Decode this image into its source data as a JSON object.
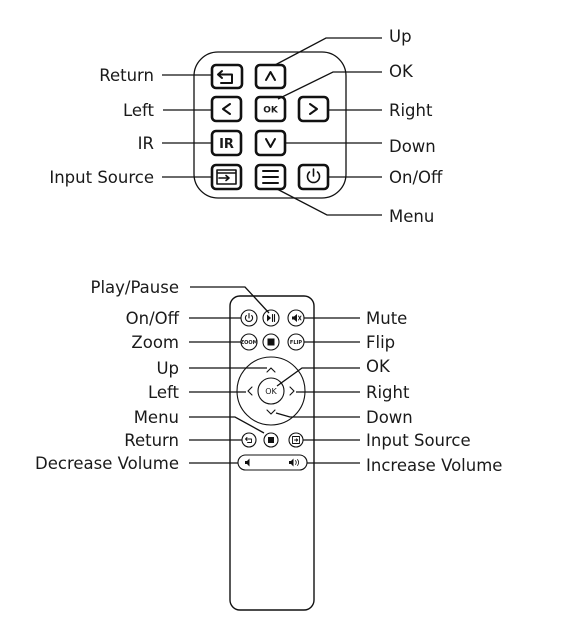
{
  "panel": {
    "labels": {
      "up": "Up",
      "return": "Return",
      "ok": "OK",
      "left": "Left",
      "right": "Right",
      "ir": "IR",
      "down": "Down",
      "input_source": "Input Source",
      "on_off": "On/Off",
      "menu": "Menu"
    },
    "key_text": {
      "ok": "OK",
      "ir": "IR",
      "left": "<",
      "right": ">",
      "up": "^",
      "down": "v"
    }
  },
  "remote": {
    "labels": {
      "play_pause": "Play/Pause",
      "on_off": "On/Off",
      "mute": "Mute",
      "zoom": "Zoom",
      "flip": "Flip",
      "up": "Up",
      "ok": "OK",
      "left": "Left",
      "right": "Right",
      "menu": "Menu",
      "down": "Down",
      "return": "Return",
      "input_source": "Input Source",
      "decrease_volume": "Decrease Volume",
      "increase_volume": "Increase Volume"
    },
    "key_text": {
      "zoom": "ZOOM",
      "flip": "FLIP",
      "ok": "OK"
    }
  }
}
